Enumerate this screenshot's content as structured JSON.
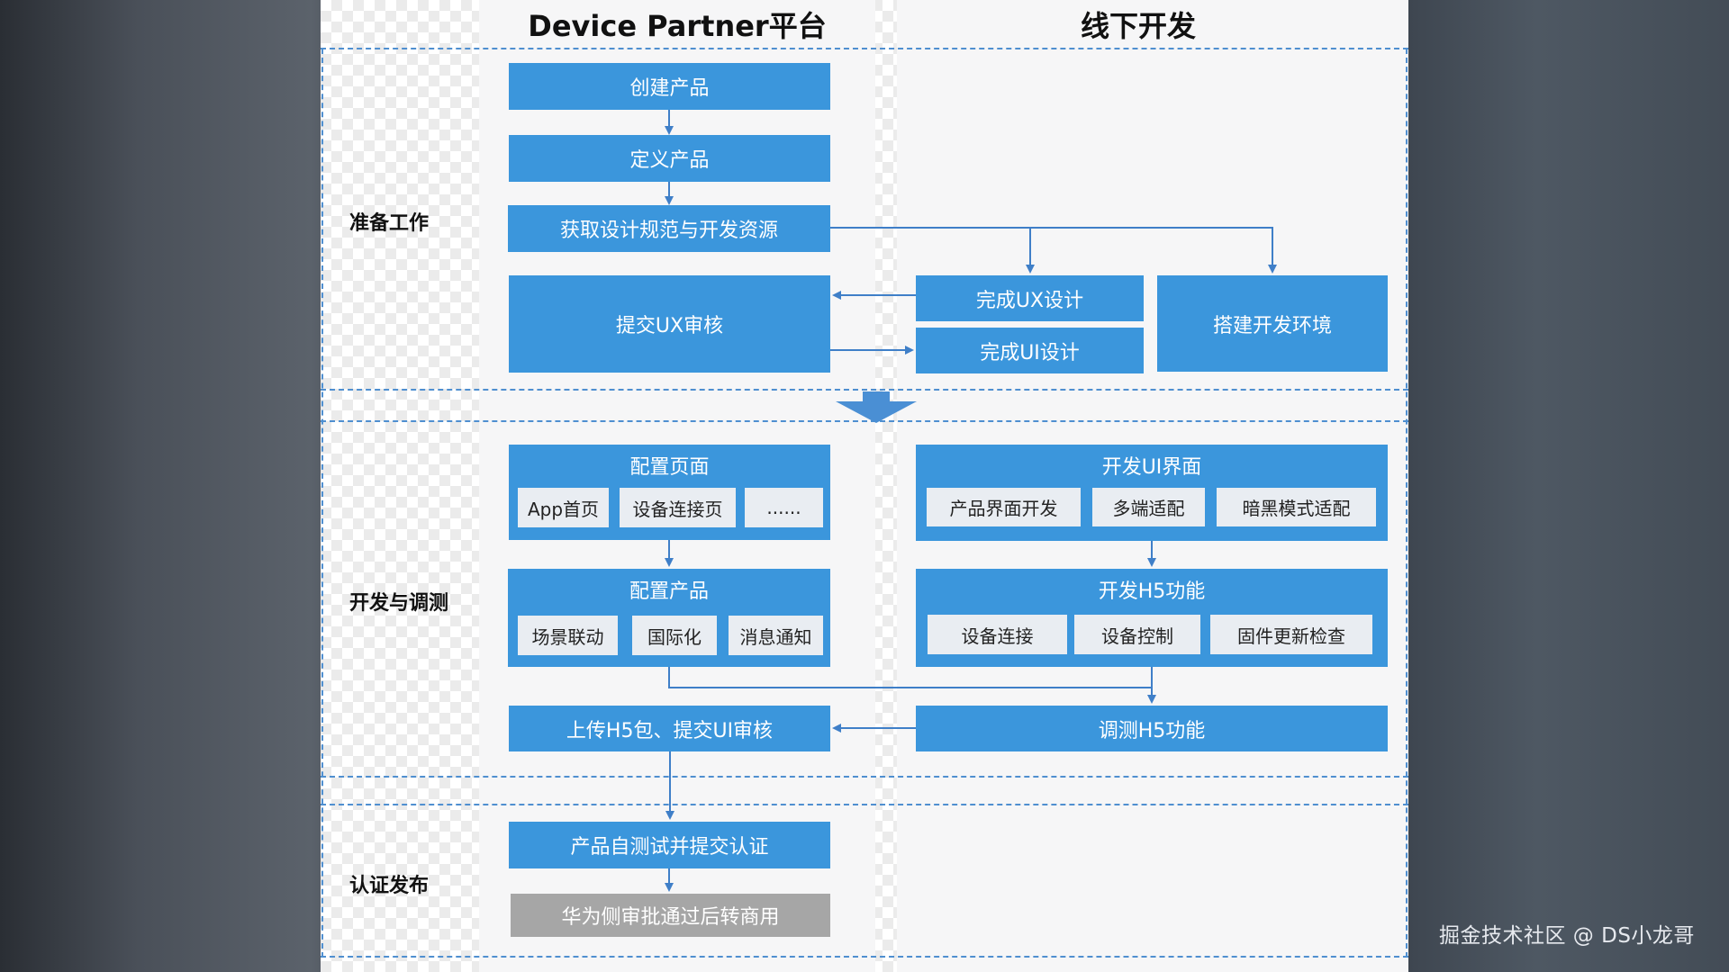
{
  "columns": {
    "left_title": "Device Partner平台",
    "right_title": "线下开发"
  },
  "rows": {
    "prep": "准备工作",
    "dev": "开发与调测",
    "cert": "认证发布"
  },
  "prep": {
    "create_product": "创建产品",
    "define_product": "定义产品",
    "get_resources": "获取设计规范与开发资源",
    "submit_ux_review": "提交UX审核",
    "complete_ux": "完成UX设计",
    "complete_ui": "完成UI设计",
    "setup_env": "搭建开发环境"
  },
  "dev": {
    "config_pages": {
      "title": "配置页面",
      "items": [
        "App首页",
        "设备连接页",
        "......"
      ]
    },
    "config_product": {
      "title": "配置产品",
      "items": [
        "场景联动",
        "国际化",
        "消息通知"
      ]
    },
    "dev_ui": {
      "title": "开发UI界面",
      "items": [
        "产品界面开发",
        "多端适配",
        "暗黑模式适配"
      ]
    },
    "dev_h5": {
      "title": "开发H5功能",
      "items": [
        "设备连接",
        "设备控制",
        "固件更新检查"
      ]
    },
    "upload_h5": "上传H5包、提交UI审核",
    "debug_h5": "调测H5功能"
  },
  "cert": {
    "self_test": "产品自测试并提交认证",
    "approval": "华为侧审批通过后转商用"
  },
  "watermark": "掘金技术社区 @ DS小龙哥",
  "colors": {
    "box": "#3b96dc",
    "box_gray": "#a6a6a6",
    "chip": "#e9edf2",
    "arrow": "#3f7fc8",
    "dashed": "#4f8fd0"
  }
}
